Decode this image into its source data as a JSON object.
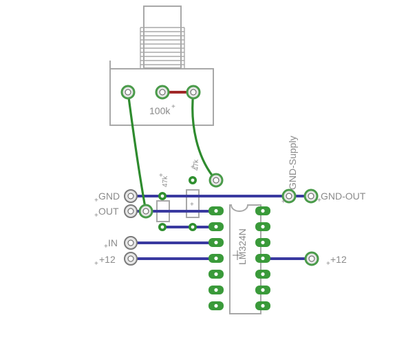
{
  "diagram": {
    "title": "",
    "labels": {
      "pot_value": "100k",
      "ic_name": "LM324N",
      "gnd_in": "GND",
      "out": "OUT",
      "in": "IN",
      "plus12_left": "+12",
      "plus12_right": "+12",
      "gnd_out": "GND-OUT",
      "gnd_supply": "GND-Supply",
      "res1_value": "47k",
      "res2_value": "47k"
    },
    "colors": {
      "bottom_trace": "#3a3aa0",
      "top_trace": "#2e8b2e",
      "jumper": "#a02828",
      "outline": "#a8a8a8",
      "pad_fill": "#3a9a3a"
    },
    "icons": {
      "pad": "through-hole-pad",
      "via": "via",
      "potentiometer": "potentiometer-footprint",
      "ic": "dip14-footprint",
      "resistor": "resistor-footprint"
    }
  }
}
